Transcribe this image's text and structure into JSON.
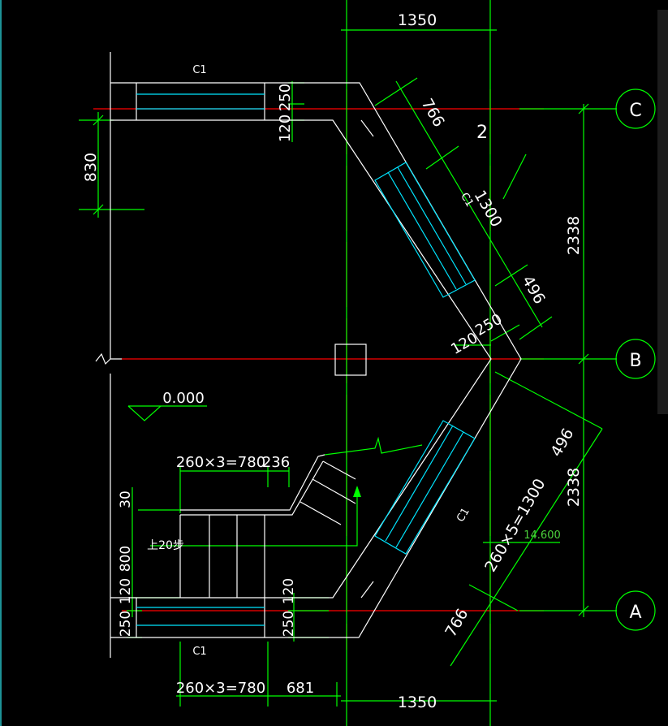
{
  "drawing": {
    "axes": {
      "C": "C",
      "B": "B",
      "A": "A",
      "column": "2"
    },
    "dims": {
      "top_1350": "1350",
      "bottom_1350": "1350",
      "d766_top": "766",
      "d1300_top": "1300",
      "d496_top": "496",
      "d2338_top": "2338",
      "d2338_bottom": "2338",
      "d496_bottom": "496",
      "d1300_bottom": "260×5=1300",
      "d766_bottom": "766",
      "d830": "830",
      "d250_top": "250",
      "d120_top": "120",
      "d120_mid": "120",
      "d250_mid": "250",
      "steps_upper": "260×3=780",
      "d236": "236",
      "d30": "30",
      "d800": "800",
      "d120_left": "120",
      "d250_left": "250",
      "d120_bot": "120",
      "d250_bot": "250",
      "steps_lower": "260×3=780",
      "d681": "681"
    },
    "labels": {
      "c1_top": "C1",
      "c1_diag_top": "C1",
      "c1_diag_bottom": "C1",
      "c1_bottom": "C1",
      "level": "0.000",
      "elev": "14.600",
      "up": "上20步"
    },
    "colors": {
      "red": "#ff0000",
      "green": "#00ff00",
      "white": "#ffffff",
      "cyan": "#00e5ff",
      "background": "#000000"
    }
  }
}
